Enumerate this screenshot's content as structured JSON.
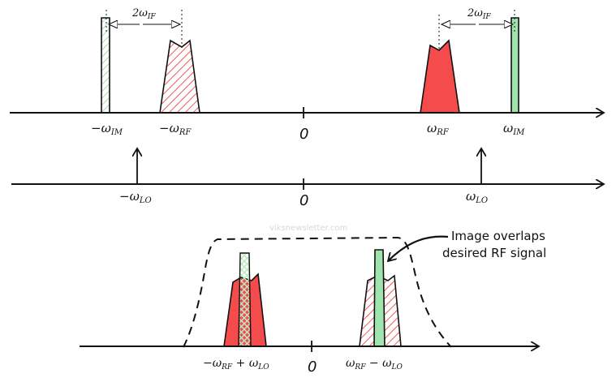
{
  "colors": {
    "rf_red": "#f44c4c",
    "image_green": "#9fe3ad",
    "ink": "#111111",
    "watermark": "#d8d8d8"
  },
  "labels": {
    "neg_w_im": "−ω",
    "neg_w_im_sub": "IM",
    "neg_w_rf": "−ω",
    "neg_w_rf_sub": "RF",
    "zero_top": "0",
    "w_rf": "ω",
    "w_rf_sub": "RF",
    "w_im": "ω",
    "w_im_sub": "IM",
    "two_w_if_left": "2ω",
    "two_w_if_left_sub": "IF",
    "two_w_if_right": "2ω",
    "two_w_if_right_sub": "IF",
    "neg_w_lo": "−ω",
    "neg_w_lo_sub": "LO",
    "zero_mid": "0",
    "w_lo": "ω",
    "w_lo_sub": "LO",
    "watermark": "viksnewsletter.com",
    "annotation_line1": "Image overlaps",
    "annotation_line2": "desired RF signal",
    "bottom_left_a": "−ω",
    "bottom_left_a_sub": "RF",
    "bottom_left_plus": " + ω",
    "bottom_left_b_sub": "LO",
    "zero_bottom": "0",
    "bottom_right_a": "ω",
    "bottom_right_a_sub": "RF",
    "bottom_right_minus": " − ω",
    "bottom_right_b_sub": "LO"
  }
}
